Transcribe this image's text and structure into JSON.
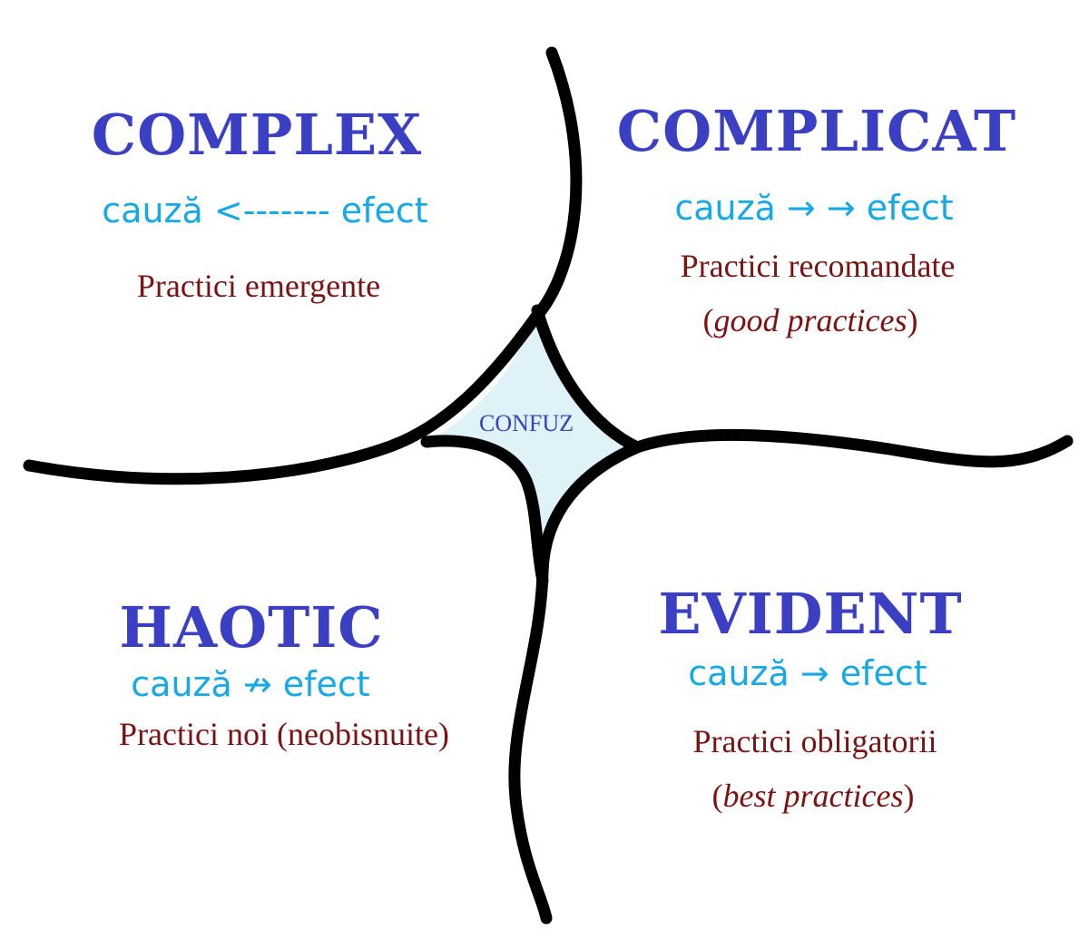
{
  "colors": {
    "title": "#3a3fc4",
    "relation": "#15a9e6",
    "practice": "#7d1212",
    "confuz_fill": "#dff2f8",
    "lines": "#000000"
  },
  "complex": {
    "title": "COMPLEX",
    "relation": "cauză <------- efect",
    "practice": "Practici emergente"
  },
  "complicat": {
    "title": "COMPLICAT",
    "relation": "cauză → → efect",
    "practice": "Practici recomandate",
    "practice_en_open": "(",
    "practice_en": "good practices",
    "practice_en_close": ")"
  },
  "haotic": {
    "title": "HAOTIC",
    "relation": "cauză ↛ efect",
    "practice": "Practici noi (neobisnuite)"
  },
  "evident": {
    "title": "EVIDENT",
    "relation": "cauză → efect",
    "practice": "Practici obligatorii",
    "practice_en_open": "(",
    "practice_en": "best practices",
    "practice_en_close": ")"
  },
  "center": {
    "label": "CONFUZ"
  }
}
